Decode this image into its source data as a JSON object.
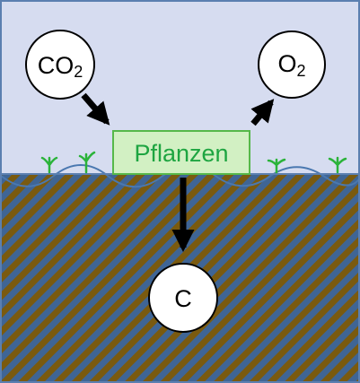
{
  "nodes": {
    "co2": {
      "base": "CO",
      "sub": "2"
    },
    "o2": {
      "base": "O",
      "sub": "2"
    },
    "plants": {
      "label": "Pflanzen"
    },
    "carbon": {
      "label": "C"
    }
  },
  "colors": {
    "sky": "#d6dcf0",
    "border": "#5b7fb0",
    "soil_brown": "#7a5a0f",
    "soil_blue": "#3f6595",
    "plant_box_fill": "#d2f0c3",
    "plant_box_stroke": "#56b84a",
    "plant_text": "#1ea541",
    "grass": "#2bb33a"
  }
}
